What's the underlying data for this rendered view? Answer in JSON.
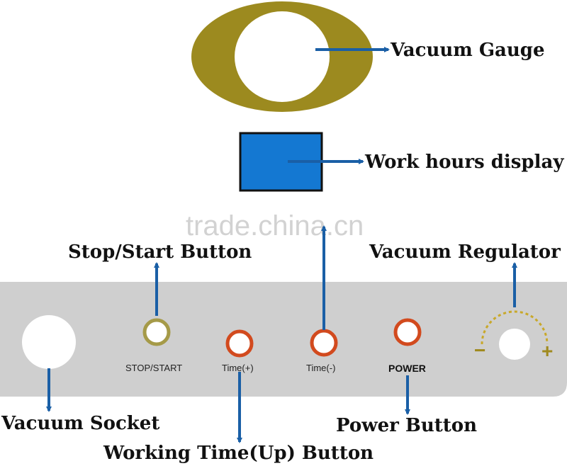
{
  "colors": {
    "gauge_ring": "#9c8a1f",
    "display_fill": "#1478d2",
    "panel_fill": "#cfcfcf",
    "arrow": "#1a5fa6",
    "stop_ring": "#a59a48",
    "button_ring": "#d24a1e",
    "dial_scale": "#c8a82a"
  },
  "watermark": "trade.china.cn",
  "callouts": {
    "vacuum_gauge": "Vacuum Gauge",
    "work_hours_display": "Work hours display",
    "stop_start_button": "Stop/Start Button",
    "vacuum_regulator": "Vacuum Regulator",
    "vacuum_socket": "Vacuum Socket",
    "power_button": "Power Button",
    "working_time_up_button": "Working Time(Up) Button"
  },
  "panel_labels": {
    "stop_start": "STOP/START",
    "time_plus": "Time(+)",
    "time_minus": "Time(-)",
    "power": "POWER"
  },
  "regulator_signs": {
    "minus": "−",
    "plus": "+"
  }
}
